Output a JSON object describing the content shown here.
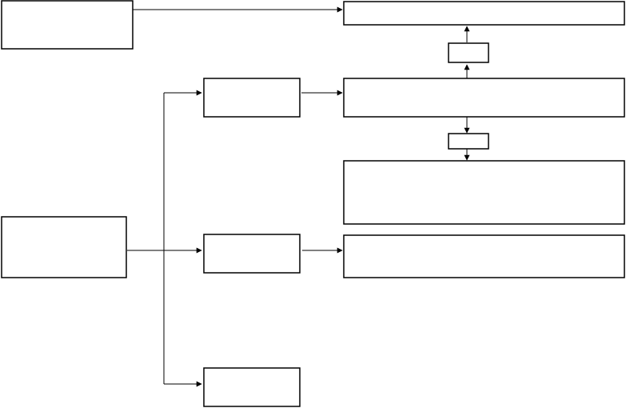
{
  "diagram": {
    "background": "#ffffff",
    "line_color": "#000000",
    "box_fill": "#ffffff",
    "boxes": [
      {
        "id": "top-left-box",
        "text": ""
      },
      {
        "id": "left-middle-box",
        "text": ""
      },
      {
        "id": "branch-box-1",
        "text": ""
      },
      {
        "id": "branch-box-2",
        "text": ""
      },
      {
        "id": "branch-box-3",
        "text": ""
      },
      {
        "id": "top-right-box",
        "text": ""
      },
      {
        "id": "right-box-1",
        "text": ""
      },
      {
        "id": "right-box-2",
        "text": ""
      },
      {
        "id": "right-box-3",
        "text": ""
      },
      {
        "id": "small-box-upper",
        "text": ""
      },
      {
        "id": "small-box-lower",
        "text": ""
      }
    ]
  }
}
